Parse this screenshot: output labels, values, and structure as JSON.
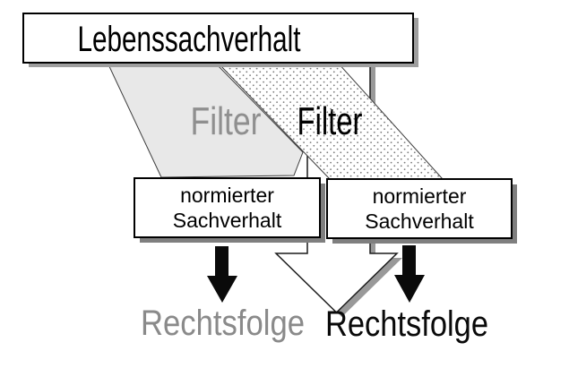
{
  "diagram": {
    "source_box": {
      "label": "Lebenssachverhalt"
    },
    "filter_gray": {
      "label": "Filter"
    },
    "filter_dotted": {
      "label": "Filter"
    },
    "result_box_left": {
      "line1": "normierter",
      "line2": "Sachverhalt"
    },
    "result_box_right": {
      "line1": "normierter",
      "line2": "Sachverhalt"
    },
    "outcome_left": {
      "label": "Rechtsfolge"
    },
    "outcome_right": {
      "label": "Rechtsfolge"
    },
    "colors": {
      "funnel_gray_fill": "#e8e8e8",
      "filter_gray_text": "#8f8f8f",
      "filter_black_text": "#000000",
      "outcome_gray_text": "#8a8a8a",
      "outcome_black_text": "#0a0a0a",
      "top_shadow": "#9e9e9e",
      "box_shadow": "#7f7f7f",
      "arrow_shadow": "#999999",
      "arrow_black": "#0a0a0a",
      "dot_color": "#7a7a7a"
    }
  }
}
